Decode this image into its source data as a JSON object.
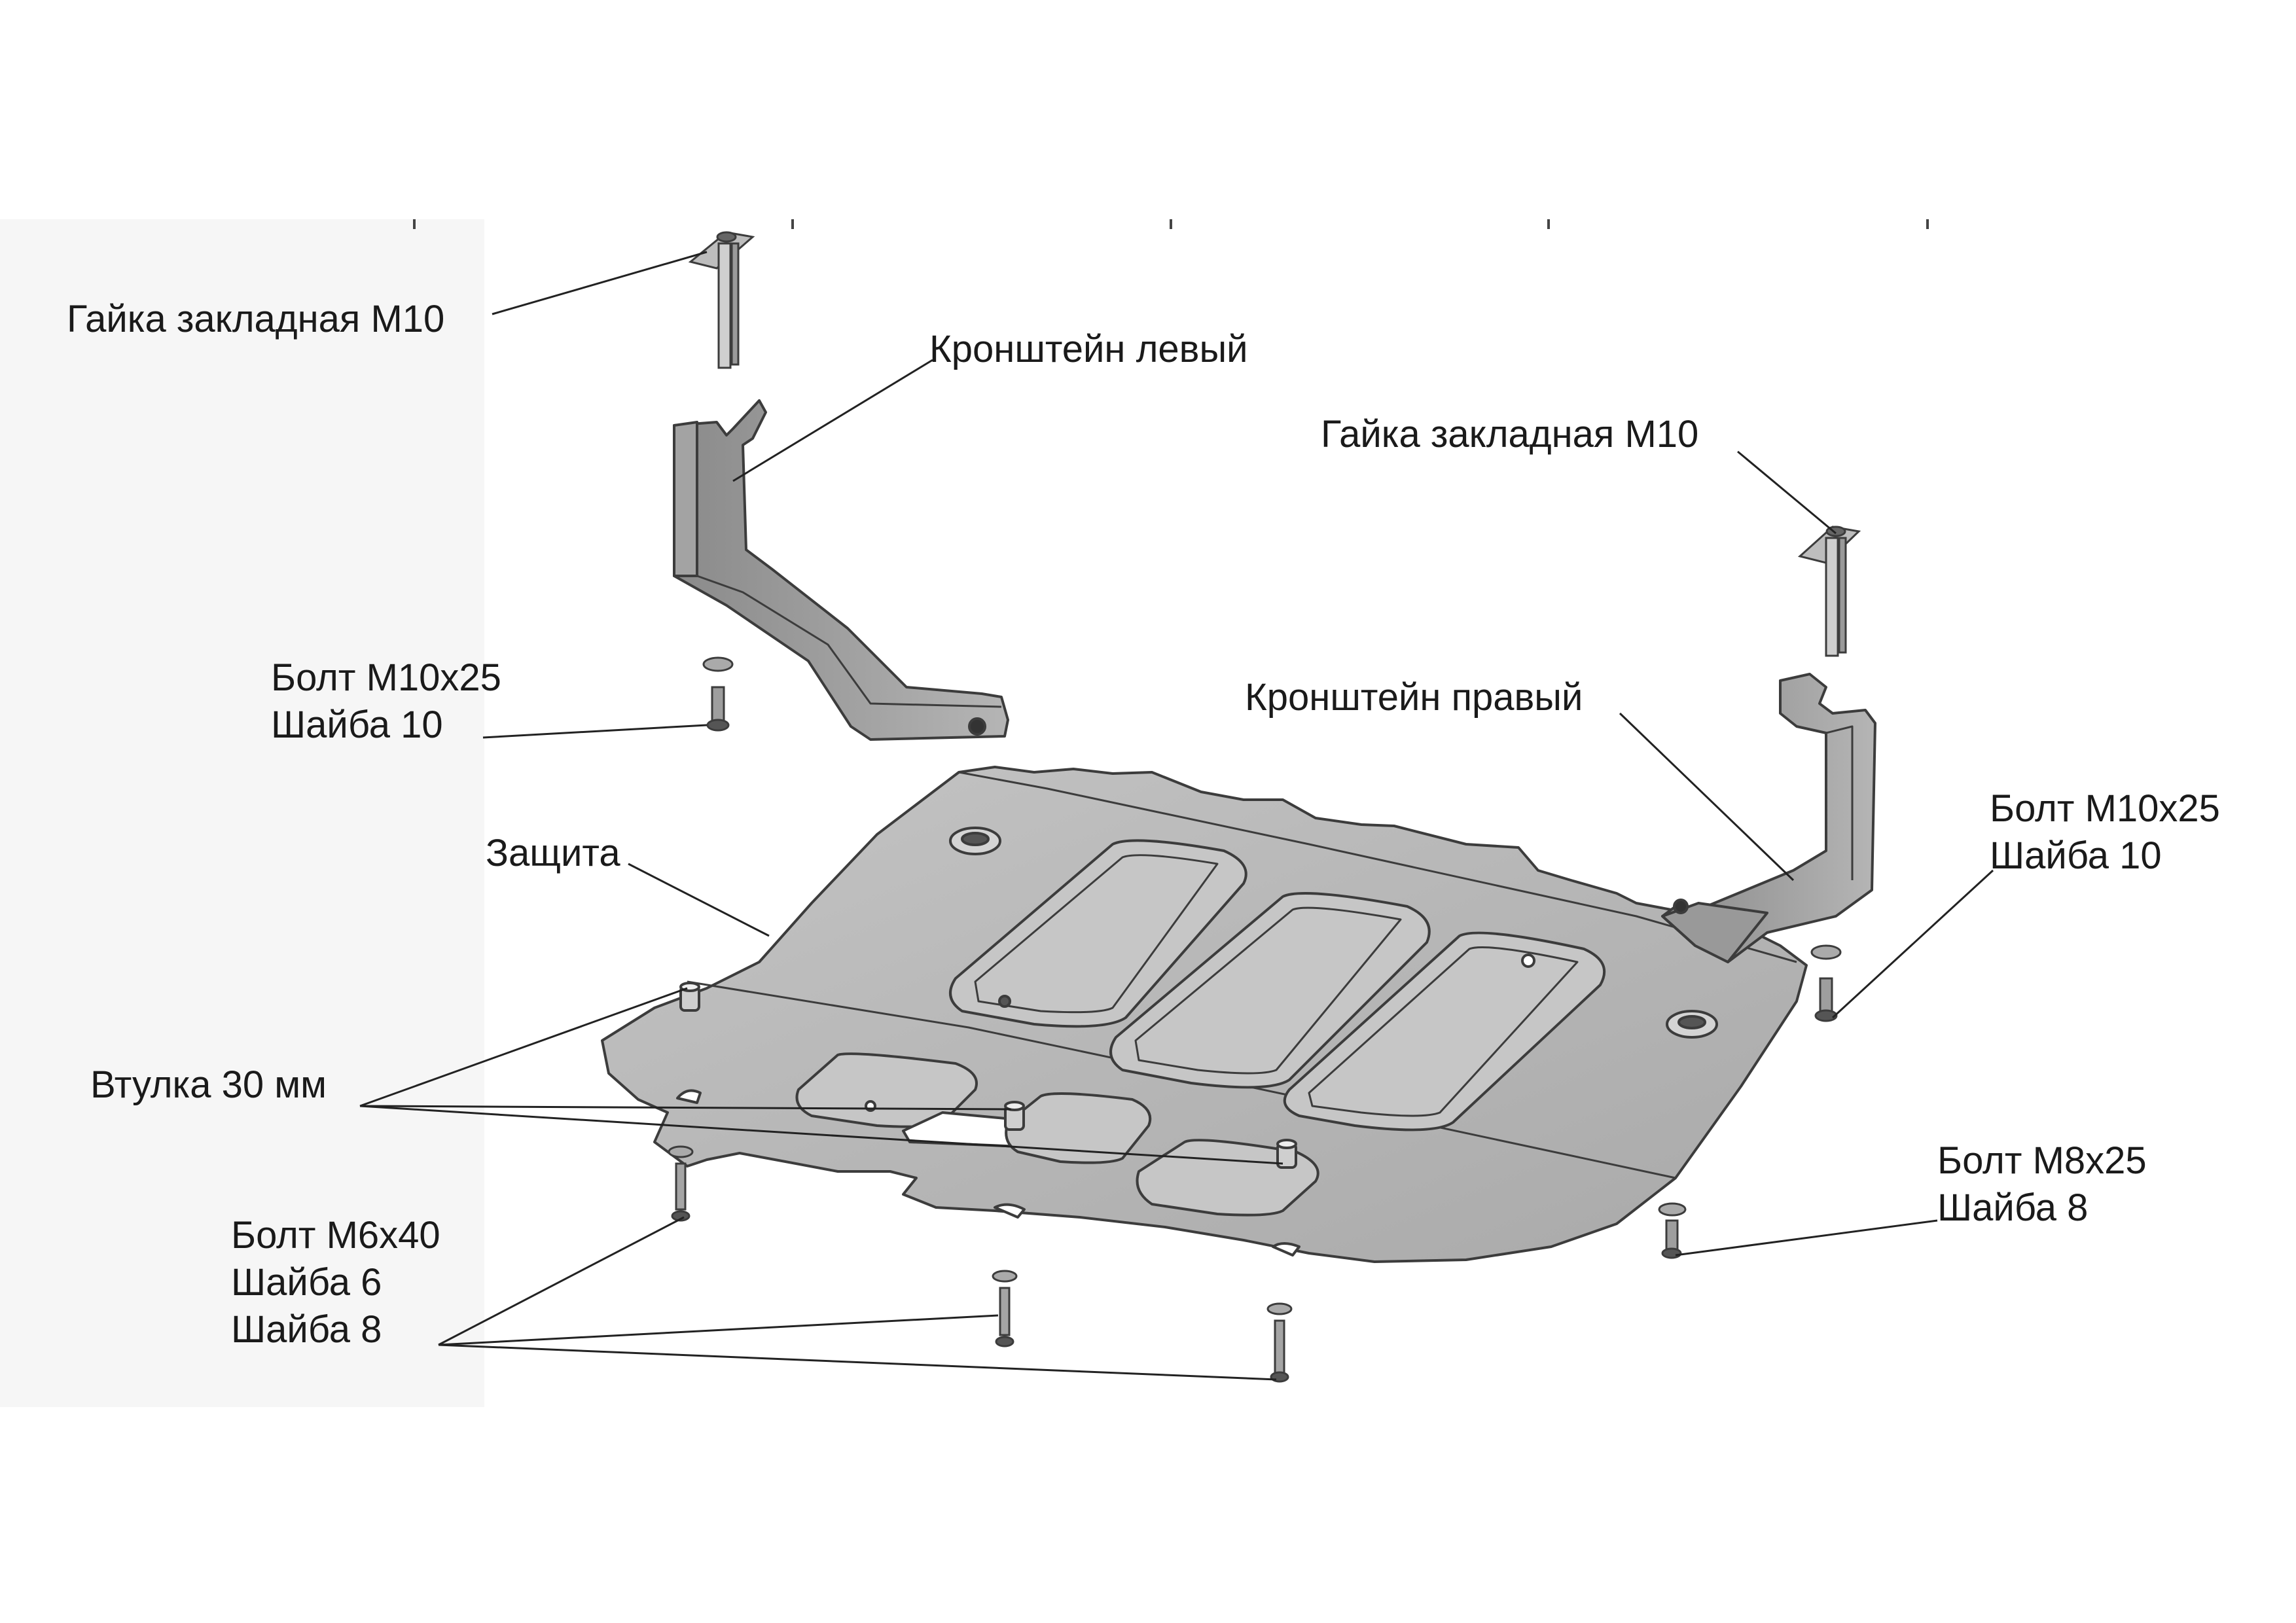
{
  "labels": {
    "nut_left": "Гайка закладная М10",
    "bracket_left": "Кронштейн левый",
    "nut_right": "Гайка закладная М10",
    "bolt_left": [
      "Болт М10х25",
      "Шайба 10"
    ],
    "bracket_right": "Кронштейн правый",
    "bolt_right": [
      "Болт М10х25",
      "Шайба 10"
    ],
    "guard": "Защита",
    "bushing": "Втулка 30 мм",
    "bolt_m8": [
      "Болт М8х25",
      "Шайба 8"
    ],
    "bolt_m6": [
      "Болт М6х40",
      "Шайба 6",
      "Шайба 8"
    ]
  },
  "colors": {
    "metal": "#b9b9b9",
    "metal_light": "#cacaca",
    "metal_dark": "#8e8e8e",
    "outline": "#3c3c3c",
    "text": "#1a1a1a"
  }
}
